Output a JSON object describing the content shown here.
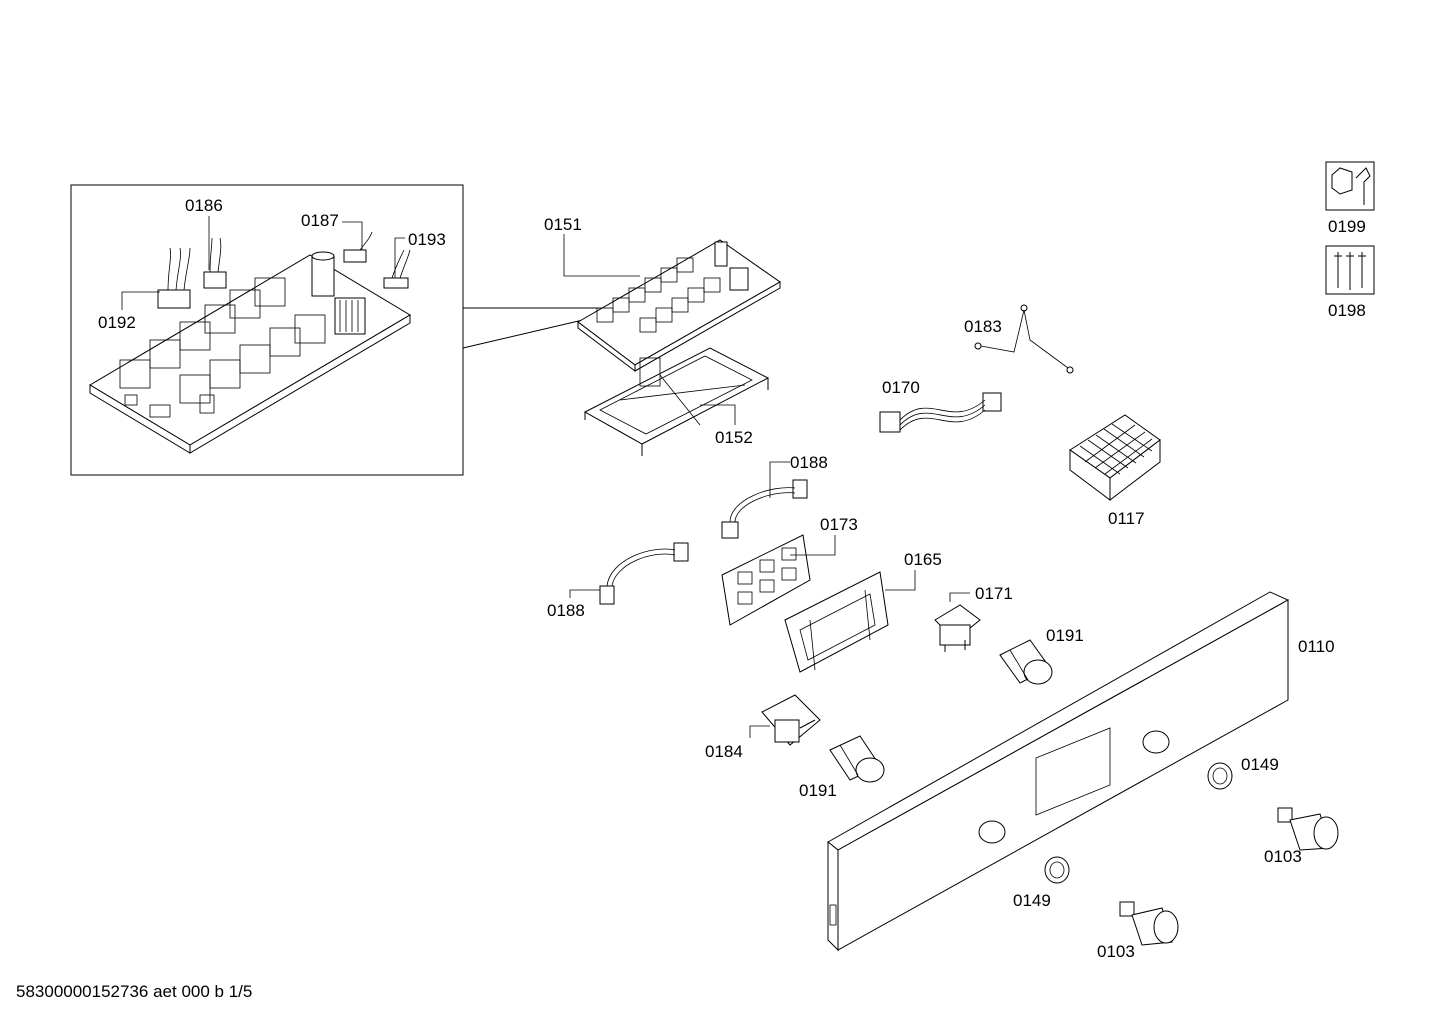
{
  "labels": {
    "l0186": "0186",
    "l0187": "0187",
    "l0193": "0193",
    "l0192": "0192",
    "l0151": "0151",
    "l0152": "0152",
    "l0183": "0183",
    "l0170": "0170",
    "l0117": "0117",
    "l0188a": "0188",
    "l0188b": "0188",
    "l0173": "0173",
    "l0165": "0165",
    "l0171": "0171",
    "l0191a": "0191",
    "l0191b": "0191",
    "l0110": "0110",
    "l0184": "0184",
    "l0149a": "0149",
    "l0149b": "0149",
    "l0103a": "0103",
    "l0103b": "0103",
    "l0199": "0199",
    "l0198": "0198"
  },
  "footer": {
    "doc_id": "58300000152736 aet 000 b 1/5"
  },
  "icons": [
    "wrench-nut-icon",
    "screws-icon"
  ]
}
